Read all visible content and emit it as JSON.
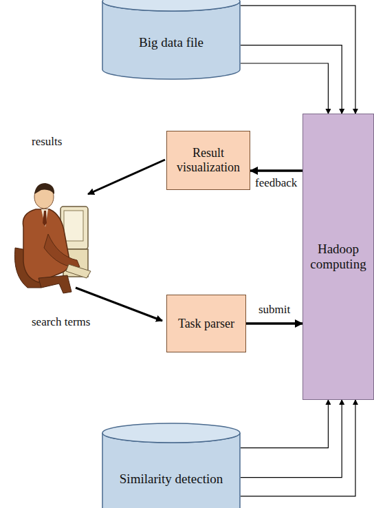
{
  "diagram": {
    "nodes": [
      {
        "text": [
          "Big data file"
        ]
      },
      {
        "text": [
          "Result visualization"
        ]
      },
      {
        "text": [
          "Hadoop computing"
        ]
      },
      {
        "text": [
          "Task parser"
        ]
      },
      {
        "text": [
          "Similarity detection"
        ]
      }
    ],
    "edges": [
      {
        "from": 0,
        "to": 2,
        "arrow": "to"
      },
      {
        "from": 0,
        "to": 2,
        "arrow": "to"
      },
      {
        "from": 0,
        "to": 2,
        "arrow": "to"
      },
      {
        "from": 2,
        "to": 1,
        "label": "feedback",
        "arrow": "to"
      },
      {
        "from": 3,
        "to": 2,
        "label": "submit",
        "arrow": "to"
      },
      {
        "from": 4,
        "to": 2,
        "arrow": "to"
      },
      {
        "from": 4,
        "to": 2,
        "arrow": "to"
      },
      {
        "from": 4,
        "to": 2,
        "arrow": "to"
      }
    ],
    "labels": [
      "results",
      "search terms"
    ]
  }
}
